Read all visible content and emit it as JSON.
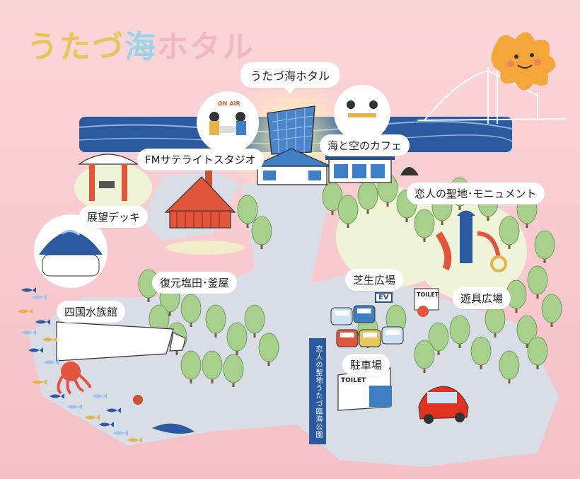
{
  "title": {
    "part1": "うたづ",
    "part2": "海",
    "part3": "ホタル"
  },
  "labels": {
    "main_building": "うたづ海ホタル",
    "fm_studio": "FMサテライトスタジオ",
    "cafe": "海と空のカフェ",
    "observation_deck": "展望デッキ",
    "lovers_monument": "恋人の聖地･モニュメント",
    "salt_field": "復元塩田･釜屋",
    "lawn_plaza": "芝生広場",
    "playground": "遊具広場",
    "aquarium": "四国水族館",
    "parking": "駐車場"
  },
  "signs": {
    "onair": "ON AIR",
    "toilet1": "TOILET",
    "toilet2": "TOILET",
    "ev": "EV",
    "monument": "恋人の聖地うたづ臨海公園"
  },
  "colors": {
    "background": "#f7c9cf",
    "sea": "#2c5aa0",
    "path": "#d9dde6",
    "tree": "#a8d08d",
    "building_blue": "#3d7ec6",
    "mascot": "#f4a63a"
  }
}
